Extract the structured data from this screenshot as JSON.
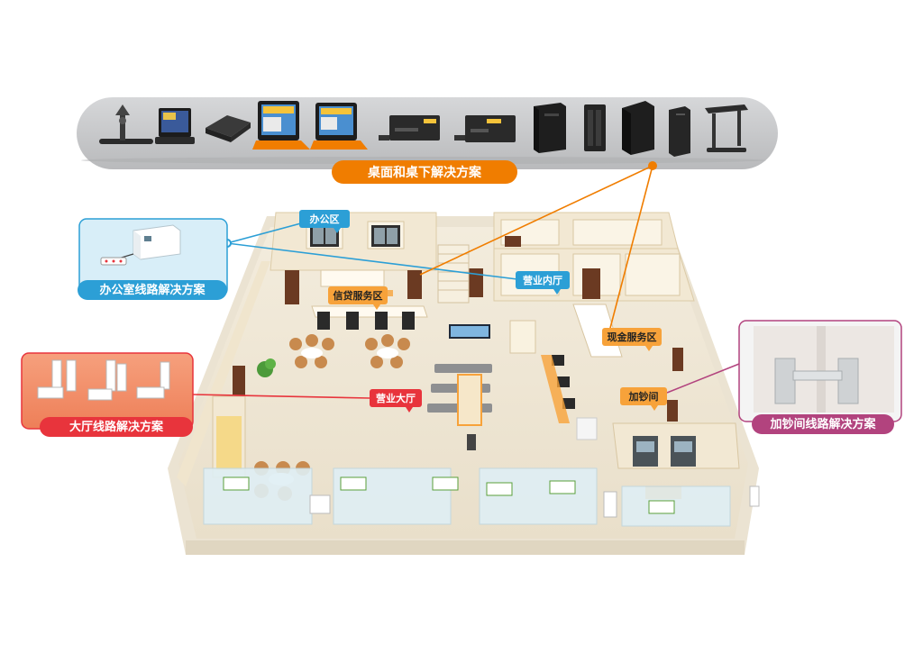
{
  "solutions": {
    "desktop": {
      "label": "桌面和桌下解决方案",
      "color": "#f07d00"
    },
    "office": {
      "label": "办公室线路解决方案",
      "color": "#2c9fd6"
    },
    "hall": {
      "label": "大厅线路解决方案",
      "color": "#e8343c"
    },
    "cash": {
      "label": "加钞间线路解决方案",
      "color": "#b2437e"
    }
  },
  "zones": {
    "office": {
      "label": "办公区"
    },
    "credit": {
      "label": "信贷服务区"
    },
    "inner_office": {
      "label": "营业内厅"
    },
    "cash_service": {
      "label": "现金服务区"
    },
    "hall": {
      "label": "营业大厅"
    },
    "cash_room": {
      "label": "加钞间"
    }
  },
  "colors": {
    "floor": "#efe6d4",
    "wall": "#e6d7b8",
    "wall_top": "#f4ead6",
    "door": "#6b3a22",
    "accent_orange": "#f7a23a",
    "glass": "#dfeff5",
    "bar_gray": "#c7c8ca"
  },
  "icons": [
    "monitor-stand-icon",
    "pos-terminal-icon",
    "card-reader-icon",
    "queue-kiosk-icon",
    "counter-kiosk-icon",
    "dvr-box-icon",
    "dvr-box-small-icon",
    "server-tower-icon",
    "server-rack-icon",
    "pc-tower-icon",
    "mini-pc-icon",
    "stand-icon"
  ]
}
